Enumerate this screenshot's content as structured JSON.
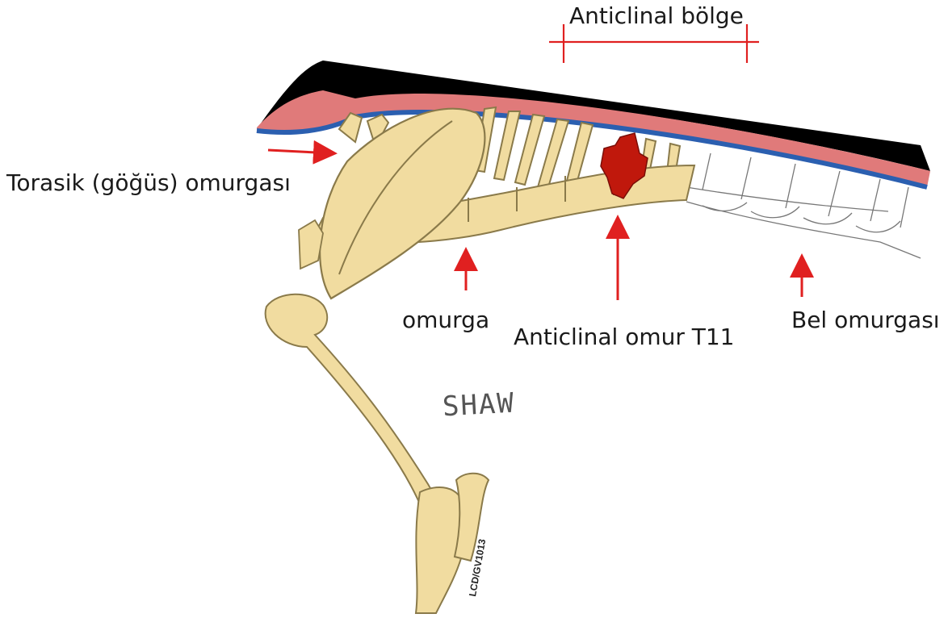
{
  "labels": {
    "anticlinal_region": "Anticlinal bölge",
    "thoracic_spine": "Torasik (göğüs) omurgası",
    "spine": "omurga",
    "anticlinal_vertebra": "Anticlinal omur T11",
    "lumbar_spine": "Bel omurgası"
  },
  "signature": "SHAW",
  "image_code": "LCD/GV1013",
  "colors": {
    "skin": "#000000",
    "fat": "#e07a7a",
    "fascia": "#2b5fb0",
    "bone": "#f1dca0",
    "bone_outline": "#8a7a4a",
    "highlight_vertebra": "#c0180c",
    "arrow": "#e02020"
  }
}
